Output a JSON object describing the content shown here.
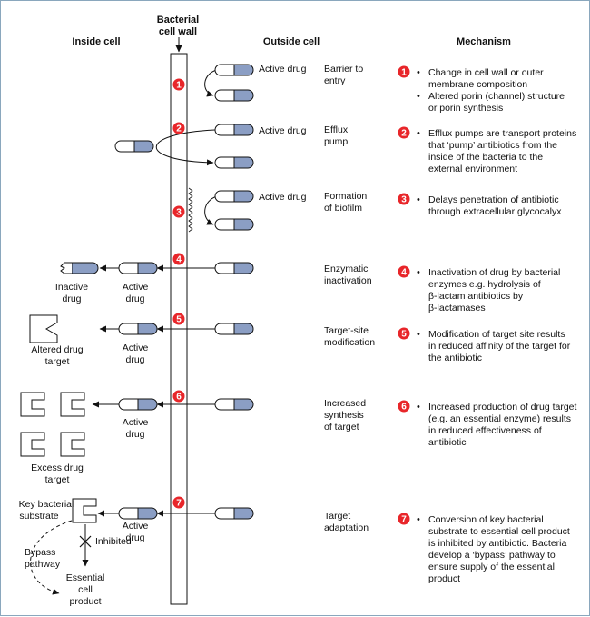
{
  "headers": {
    "inside": "Inside cell",
    "wall_line1": "Bacterial",
    "wall_line2": "cell wall",
    "outside": "Outside cell",
    "mechanism": "Mechanism"
  },
  "badge_color": "#e8262a",
  "drug_color": "#8b9ec4",
  "labels": {
    "active_drug": "Active drug",
    "active": "Active",
    "drug": "drug",
    "inactive": "Inactive",
    "altered_drug": "Altered drug",
    "target": "target",
    "excess_drug": "Excess drug",
    "key_bacterial": "Key bacterial",
    "substrate": "substrate",
    "bypass": "Bypass",
    "pathway": "pathway",
    "inhibited": "Inhibited",
    "essential": "Essential",
    "cell": "cell",
    "product": "product"
  },
  "rows": [
    {
      "num": "1",
      "name": [
        "Barrier to",
        "entry"
      ],
      "bullets": [
        [
          "Change in cell wall or outer",
          "membrane composition"
        ],
        [
          "Altered porin (channel) structure",
          "or porin synthesis"
        ]
      ]
    },
    {
      "num": "2",
      "name": [
        "Efflux",
        "pump"
      ],
      "bullets": [
        [
          "Efflux pumps are transport proteins",
          "that ‘pump’ antibiotics from the",
          "inside of the bacteria to the",
          "external environment"
        ]
      ]
    },
    {
      "num": "3",
      "name": [
        "Formation",
        "of biofilm"
      ],
      "bullets": [
        [
          "Delays penetration of antibiotic",
          "through extracellular glycocalyx"
        ]
      ]
    },
    {
      "num": "4",
      "name": [
        "Enzymatic",
        "inactivation"
      ],
      "bullets": [
        [
          "Inactivation of drug by bacterial",
          "enzymes e.g. hydrolysis of",
          "β-lactam antibiotics by",
          "β-lactamases"
        ]
      ]
    },
    {
      "num": "5",
      "name": [
        "Target-site",
        "modification"
      ],
      "bullets": [
        [
          "Modification of target site results",
          "in reduced affinity of the target for",
          "the antibiotic"
        ]
      ]
    },
    {
      "num": "6",
      "name": [
        "Increased",
        "synthesis",
        "of target"
      ],
      "bullets": [
        [
          "Increased production of drug target",
          "(e.g. an essential enzyme) results",
          "in reduced effectiveness of",
          "antibiotic"
        ]
      ]
    },
    {
      "num": "7",
      "name": [
        "Target",
        "adaptation"
      ],
      "bullets": [
        [
          "Conversion of key bacterial",
          "substrate to essential cell product",
          "is inhibited by antibiotic. Bacteria",
          "develop a ‘bypass’ pathway to",
          "ensure supply of the essential",
          "product"
        ]
      ]
    }
  ]
}
